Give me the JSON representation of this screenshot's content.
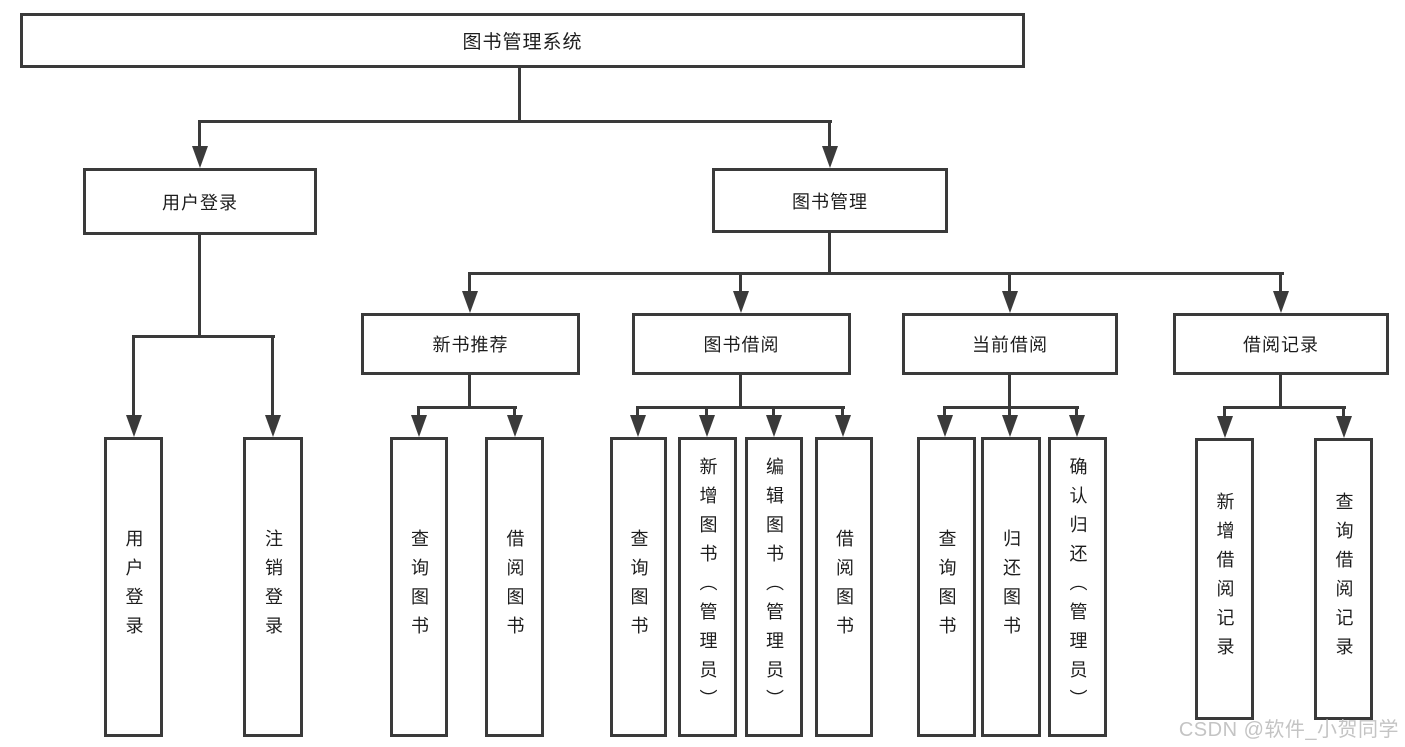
{
  "colors": {
    "line": "#3a3a3a",
    "text": "#1d1d1d",
    "watermark_color": "#c4c4c4",
    "background": "#ffffff"
  },
  "watermark": "CSDN @软件_小贺同学",
  "tree": {
    "root": "图书管理系统",
    "branches": [
      {
        "label": "用户登录",
        "children": [
          {
            "label": "用户登录"
          },
          {
            "label": "注销登录"
          }
        ]
      },
      {
        "label": "图书管理",
        "sections": [
          {
            "label": "新书推荐",
            "children": [
              {
                "label": "查询图书"
              },
              {
                "label": "借阅图书"
              }
            ]
          },
          {
            "label": "图书借阅",
            "children": [
              {
                "label": "查询图书"
              },
              {
                "label": "新增图书（管理员）"
              },
              {
                "label": "编辑图书（管理员）"
              },
              {
                "label": "借阅图书"
              }
            ]
          },
          {
            "label": "当前借阅",
            "children": [
              {
                "label": "查询图书"
              },
              {
                "label": "归还图书"
              },
              {
                "label": "确认归还（管理员）"
              }
            ]
          },
          {
            "label": "借阅记录",
            "children": [
              {
                "label": "新增借阅记录"
              },
              {
                "label": "查询借阅记录"
              }
            ]
          }
        ]
      }
    ]
  }
}
